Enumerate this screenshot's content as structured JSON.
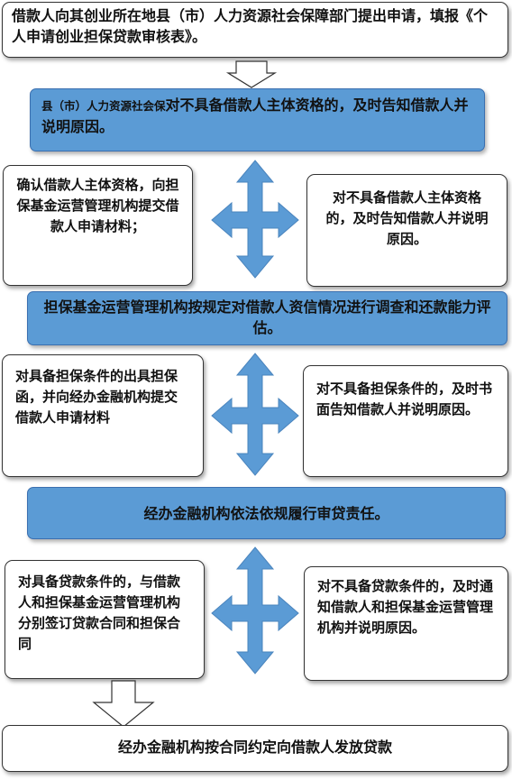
{
  "colors": {
    "bar_fill": "#5b9bd5",
    "arrow_fill": "#5b9bd5",
    "box_border": "#333333"
  },
  "steps": {
    "apply": "借款人向其创业所在地县（市）人力资源社会保障部门提出申请，填报《个人申请创业担保贷款审核表》。",
    "hr_review_prefix": "县（市）人力资源社会保",
    "hr_review_main": "对不具备借款人主体资格的，及时告知借款人并说明原因。",
    "hr_yes": "确认借款人主体资格，向担保基金运营管理机构提交借款人申请材料；",
    "hr_no": "对不具备借款人主体资格的，及时告知借款人并说明原因。",
    "fund_review": "担保基金运营管理机构按规定对借款人资信情况进行调查和还款能力评估。",
    "fund_yes": "对具备担保条件的出具担保函，并向经办金融机构提交借款人申请材料",
    "fund_no": "对不具备担保条件的，及时书面告知借款人并说明原因。",
    "bank_review": "经办金融机构依法依规履行审贷责任。",
    "bank_yes": "对具备贷款条件的，与借款人和担保基金运营管理机构分别签订贷款合同和担保合同",
    "bank_no": "对不具备贷款条件的，及时通知借款人和担保基金运营管理机构并说明原因。",
    "disburse": "经办金融机构按合同约定向借款人发放贷款"
  }
}
